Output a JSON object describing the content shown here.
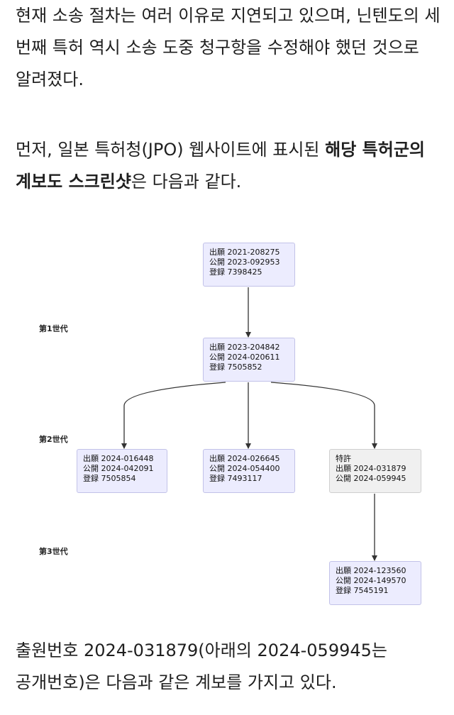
{
  "article": {
    "para1": "현재 소송 절차는 여러 이유로 지연되고 있으며, 닌텐도의 세 번째 특허 역시 소송 도중 청구항을 수정해야 했던 것으로 알려졌다.",
    "para2_prefix": "먼저, 일본 특허청(JPO) 웹사이트에 표시된 ",
    "para2_bold": "해당 특허군의 계보도 스크린샷",
    "para2_suffix": "은 다음과 같다.",
    "para3": "출원번호 2024-031879(아래의 2024-059945는 공개번호)은 다음과 같은 계보를 가지고 있다."
  },
  "diagram": {
    "generations": [
      "第1世代",
      "第2世代",
      "第3世代"
    ],
    "nodes": [
      {
        "id": "root",
        "lines": [
          "出願 2021-208275",
          "公開 2023-092953",
          "登録 7398425"
        ]
      },
      {
        "id": "gen1",
        "lines": [
          "出願 2023-204842",
          "公開 2024-020611",
          "登録 7505852"
        ]
      },
      {
        "id": "gen2a",
        "lines": [
          "出願 2024-016448",
          "公開 2024-042091",
          "登録 7505854"
        ]
      },
      {
        "id": "gen2b",
        "lines": [
          "出願 2024-026645",
          "公開 2024-054400",
          "登録 7493117"
        ]
      },
      {
        "id": "gen2c",
        "lines": [
          "特許",
          "出願 2024-031879",
          "公開 2024-059945"
        ]
      },
      {
        "id": "gen3",
        "lines": [
          "出願 2024-123560",
          "公開 2024-149570",
          "登録 7545191"
        ]
      }
    ]
  }
}
